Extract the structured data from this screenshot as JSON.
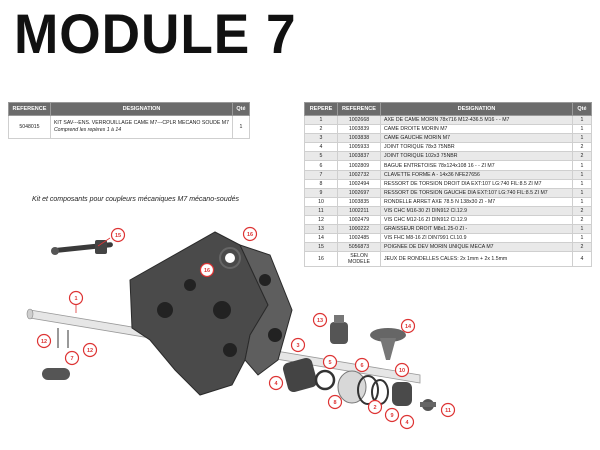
{
  "title": "MODULE 7",
  "kit_table": {
    "headers": [
      "REFERENCE",
      "DESIGNATION",
      "Qté"
    ],
    "rows": [
      {
        "reference": "5048015",
        "designation_line1": "KIT SAV---ENS. VERROUILLAGE CAME M7---CPLR MECANO SOUDE M7",
        "designation_line2": "Comprend les repères 1 à 14",
        "qty": "1"
      }
    ]
  },
  "caption": "Kit et composants pour coupleurs mécaniques M7 mécano-soudés",
  "parts_table": {
    "headers": [
      "REPERE",
      "REFERENCE",
      "DESIGNATION",
      "Qté"
    ],
    "rows": [
      {
        "repere": "1",
        "reference": "1002668",
        "designation": "AXE DE CAME MORIN 78x716 M12-436.5 M16 - - M7",
        "qty": "1"
      },
      {
        "repere": "2",
        "reference": "1003839",
        "designation": "CAME DROITE MORIN M7",
        "qty": "1"
      },
      {
        "repere": "3",
        "reference": "1003838",
        "designation": "CAME GAUCHE MORIN M7",
        "qty": "1"
      },
      {
        "repere": "4",
        "reference": "1005933",
        "designation": "JOINT TORIQUE 78x3 75NBR",
        "qty": "2"
      },
      {
        "repere": "5",
        "reference": "1003837",
        "designation": "JOINT TORIQUE 102x3 75NBR",
        "qty": "2"
      },
      {
        "repere": "6",
        "reference": "1002809",
        "designation": "BAGUE ENTRETOISE 78x124x108 16 - - ZI M7",
        "qty": "1"
      },
      {
        "repere": "7",
        "reference": "1002732",
        "designation": "CLAVETTE FORME A - 14x36 NFE27656",
        "qty": "1"
      },
      {
        "repere": "8",
        "reference": "1002494",
        "designation": "RESSORT DE TORSION DROIT DIA EXT:107 LG:740 FIL:8.5 ZI M7",
        "qty": "1"
      },
      {
        "repere": "9",
        "reference": "1002697",
        "designation": "RESSORT DE TORSION GAUCHE DIA EXT:107 LG:740 FIL:8.5 ZI M7",
        "qty": "1"
      },
      {
        "repere": "10",
        "reference": "1003835",
        "designation": "RONDELLE ARRET AXE 78.5 N 138x30 ZI - M7",
        "qty": "1"
      },
      {
        "repere": "11",
        "reference": "1002211",
        "designation": "VIS CHC M16-30 ZI DIN912 Cl.12.9",
        "qty": "2"
      },
      {
        "repere": "12",
        "reference": "1002479",
        "designation": "VIS CHC M12-16 ZI DIN912 Cl.12.9",
        "qty": "2"
      },
      {
        "repere": "13",
        "reference": "1000222",
        "designation": "GRAISSEUR DROIT M8x1.25-0 ZI -",
        "qty": "1"
      },
      {
        "repere": "14",
        "reference": "1002485",
        "designation": "VIS FHC M8-16 ZI DIN7991 Cl.10.9",
        "qty": "1"
      },
      {
        "repere": "15",
        "reference": "5056873",
        "designation": "POIGNEE DE DEV MORIN UNIQUE MECA M7",
        "qty": "2"
      },
      {
        "repere": "16",
        "reference": "SELON MODELE",
        "designation": "JEUX DE RONDELLES CALES: 2x 1mm + 2x 1.5mm",
        "qty": "4"
      }
    ]
  },
  "callouts": [
    "15",
    "16",
    "16",
    "1",
    "12",
    "7",
    "12",
    "13",
    "14",
    "3",
    "4",
    "5",
    "6",
    "10",
    "8",
    "2",
    "9",
    "4",
    "11"
  ],
  "colors": {
    "callout": "#d33333",
    "header_bg": "#6b6b6b",
    "stripe": "#e9e9e9"
  }
}
